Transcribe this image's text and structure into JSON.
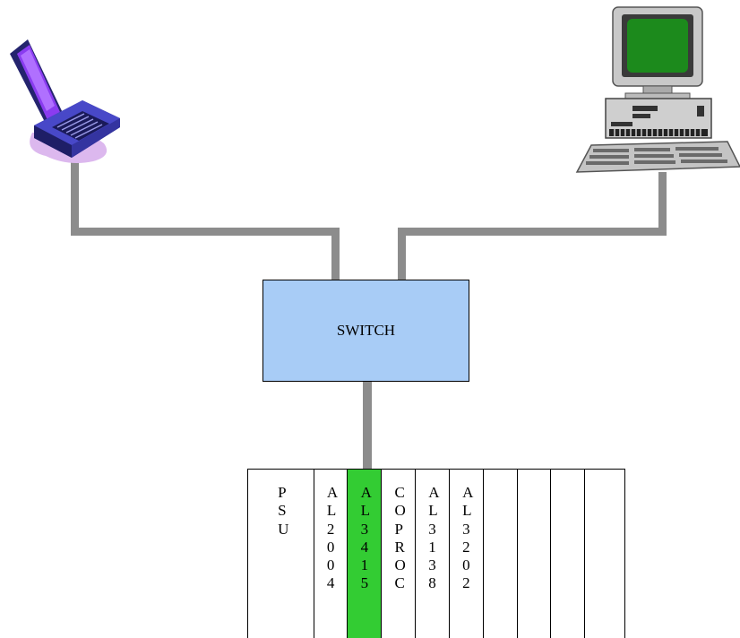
{
  "switch": {
    "label": "SWITCH",
    "color": "#a8ccf6"
  },
  "icons": {
    "laptop": "laptop-icon",
    "desktop": "desktop-computer-icon"
  },
  "colors": {
    "cable": "#8c8c8c",
    "highlight_slot": "#33cc33"
  },
  "rack": {
    "slots": [
      {
        "label": "PSU",
        "highlight": false
      },
      {
        "label": "AL2004",
        "highlight": false
      },
      {
        "label": "AL3415",
        "highlight": true
      },
      {
        "label": "COPROC",
        "highlight": false
      },
      {
        "label": "AL3138",
        "highlight": false
      },
      {
        "label": "AL3202",
        "highlight": false
      },
      {
        "label": "",
        "highlight": false
      },
      {
        "label": "",
        "highlight": false
      },
      {
        "label": "",
        "highlight": false
      },
      {
        "label": "",
        "highlight": false
      }
    ]
  }
}
